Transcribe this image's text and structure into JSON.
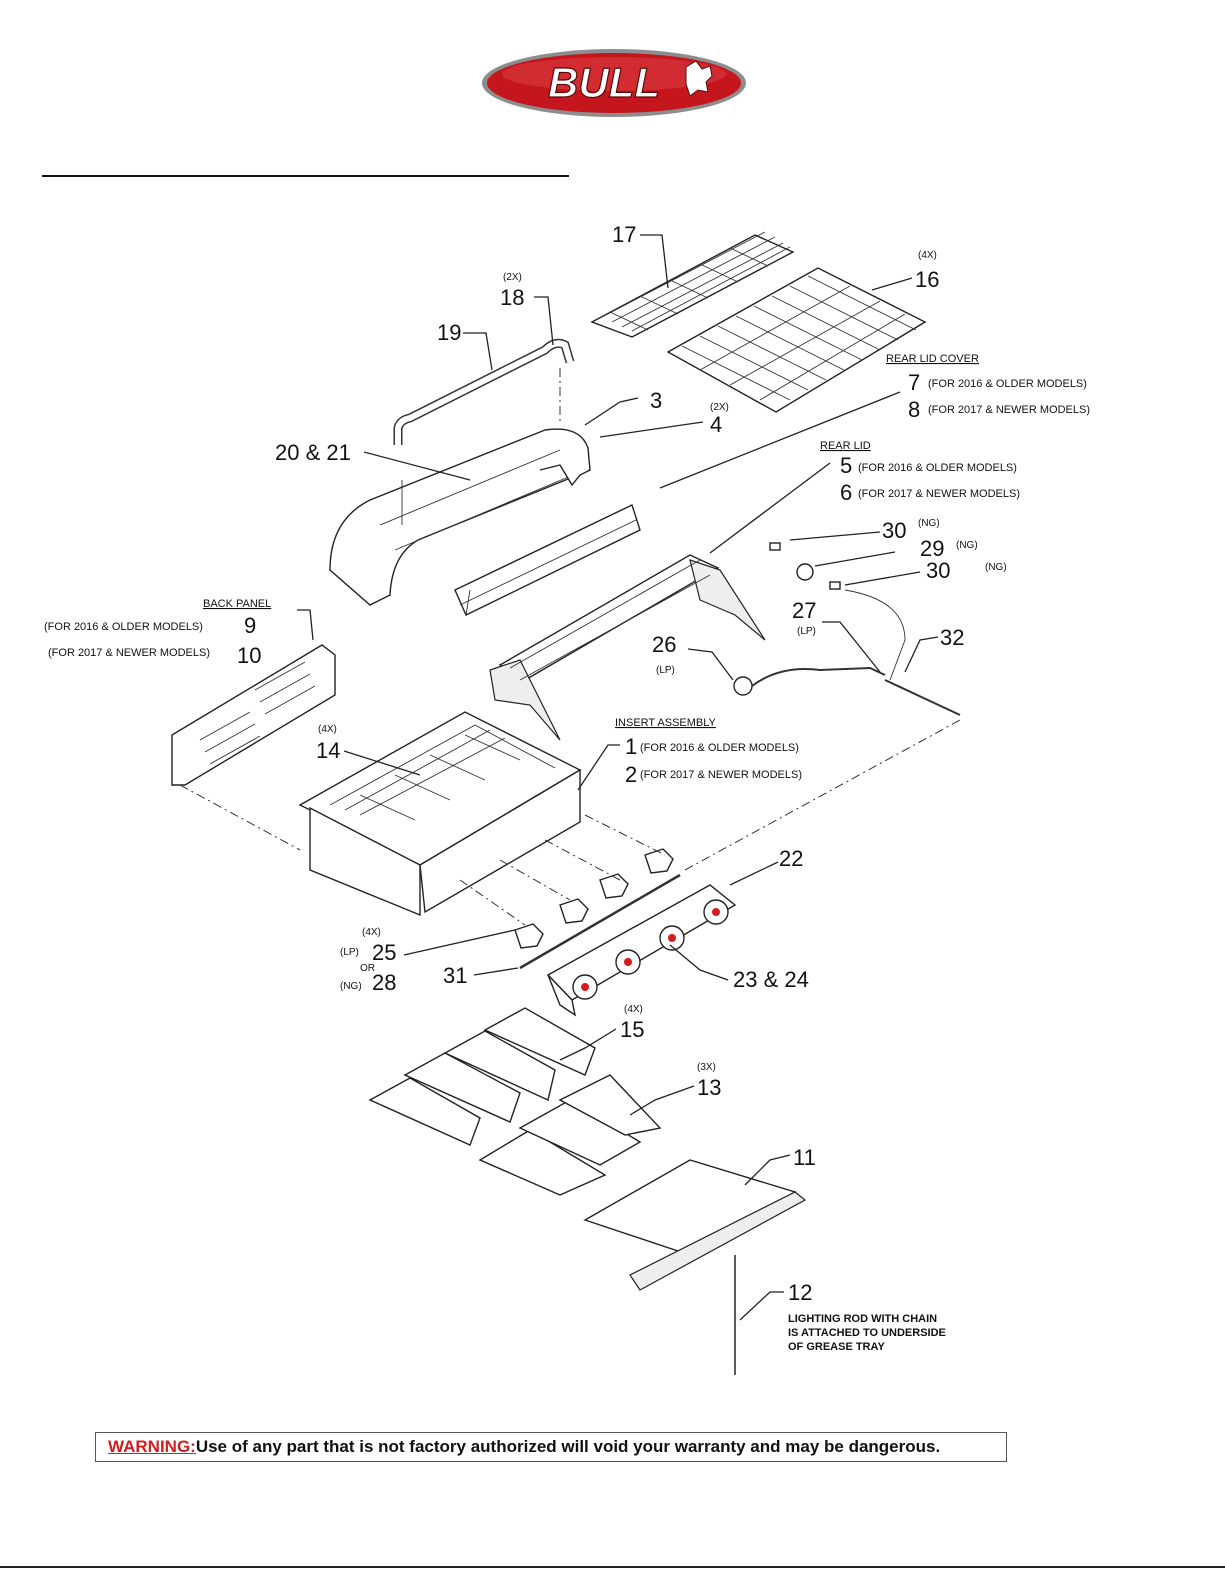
{
  "brand": {
    "name": "BULL",
    "primary_color": "#c4161c",
    "accent_color": "#ffffff"
  },
  "callouts": [
    {
      "number": "17",
      "qty": ""
    },
    {
      "number": "16",
      "qty": "(4X)"
    },
    {
      "number": "18",
      "qty": "(2X)"
    },
    {
      "number": "19",
      "qty": ""
    },
    {
      "number": "3",
      "qty": ""
    },
    {
      "number": "4",
      "qty": "(2X)"
    },
    {
      "number": "20 & 21",
      "qty": ""
    },
    {
      "number": "7",
      "caption": "(FOR 2016 & OLDER MODELS)"
    },
    {
      "number": "8",
      "caption": "(FOR 2017 & NEWER MODELS)"
    },
    {
      "number": "5",
      "caption": "(FOR 2016 & OLDER MODELS)"
    },
    {
      "number": "6",
      "caption": "(FOR 2017 & NEWER MODELS)"
    },
    {
      "number": "30",
      "gas": "(NG)"
    },
    {
      "number": "29",
      "gas": "(NG)"
    },
    {
      "number": "30",
      "gas": "(NG)"
    },
    {
      "number": "27",
      "gas": "(LP)"
    },
    {
      "number": "32",
      "gas": ""
    },
    {
      "number": "26",
      "gas": "(LP)"
    },
    {
      "number": "9",
      "caption": "(FOR 2016 & OLDER MODELS)"
    },
    {
      "number": "10",
      "caption": "(FOR 2017 & NEWER MODELS)"
    },
    {
      "number": "14",
      "qty": "(4X)"
    },
    {
      "number": "1",
      "caption": "(FOR 2016 & OLDER MODELS)"
    },
    {
      "number": "2",
      "caption": "(FOR 2017 & NEWER MODELS)"
    },
    {
      "number": "22",
      "qty": ""
    },
    {
      "number": "25",
      "qty": "(4X)",
      "gas": "(LP)"
    },
    {
      "number": "28",
      "gas": "(NG)",
      "joiner": "OR"
    },
    {
      "number": "31",
      "qty": ""
    },
    {
      "number": "23 & 24",
      "qty": ""
    },
    {
      "number": "15",
      "qty": "(4X)"
    },
    {
      "number": "13",
      "qty": "(3X)"
    },
    {
      "number": "11",
      "qty": ""
    },
    {
      "number": "12",
      "qty": ""
    }
  ],
  "headers": {
    "rear_lid_cover": "REAR LID COVER",
    "rear_lid": "REAR LID",
    "back_panel": "BACK PANEL",
    "insert_assembly": "INSERT ASSEMBLY"
  },
  "note_12": [
    "LIGHTING ROD WITH CHAIN",
    "IS ATTACHED TO UNDERSIDE",
    "OF GREASE TRAY"
  ],
  "warning": {
    "label": "WARNING:",
    "text": "Use of any part that is not factory authorized will void your warranty and may be dangerous."
  }
}
